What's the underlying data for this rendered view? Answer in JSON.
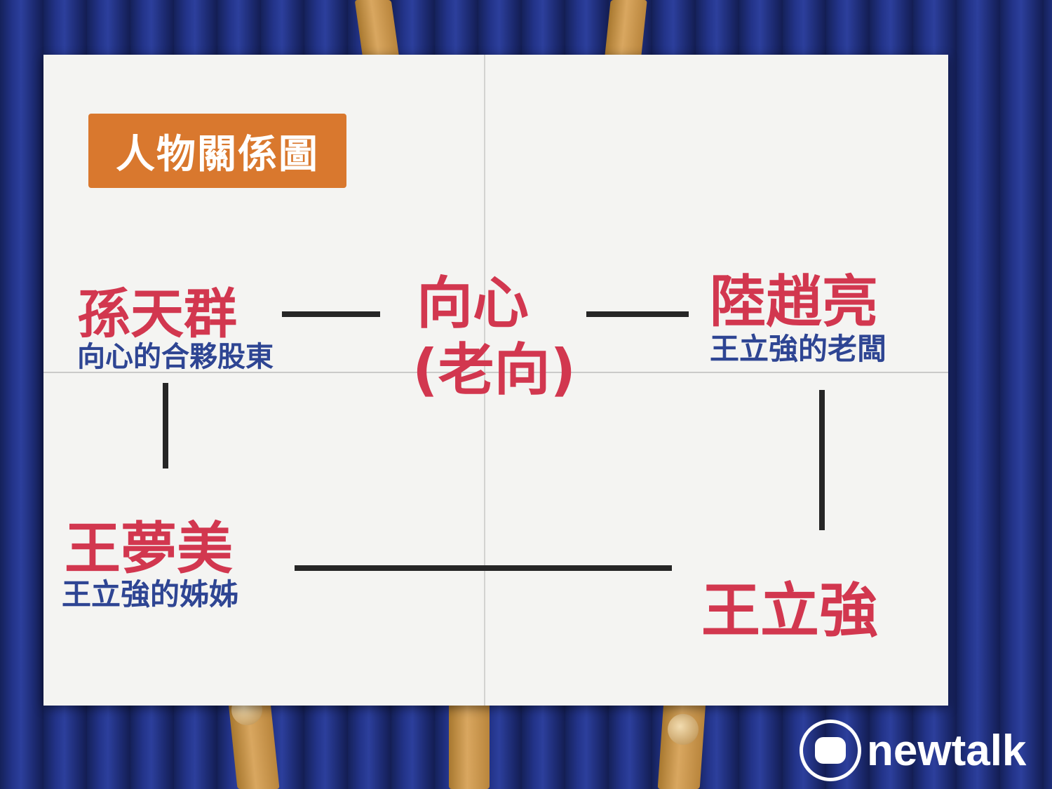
{
  "title": "人物關係圖",
  "nodes": {
    "sun": {
      "name": "孫天群",
      "role": "向心的合夥股東"
    },
    "xiang": {
      "name": "向心",
      "alias": "(老向)"
    },
    "lu": {
      "name": "陸趙亮",
      "role": "王立強的老闆"
    },
    "meng": {
      "name": "王夢美",
      "role": "王立強的姊姊"
    },
    "wang": {
      "name": "王立強"
    }
  },
  "edges": [
    {
      "from": "孫天群",
      "to": "向心"
    },
    {
      "from": "向心",
      "to": "陸趙亮"
    },
    {
      "from": "孫天群",
      "to": "王夢美"
    },
    {
      "from": "王夢美",
      "to": "王立強"
    },
    {
      "from": "陸趙亮",
      "to": "王立強"
    }
  ],
  "colors": {
    "title_bg": "#d9782e",
    "name": "#d2374f",
    "role": "#2e4593",
    "connector": "#262626"
  },
  "watermark": {
    "text": "newtalk",
    "icon": "newtalk-logo-icon"
  }
}
